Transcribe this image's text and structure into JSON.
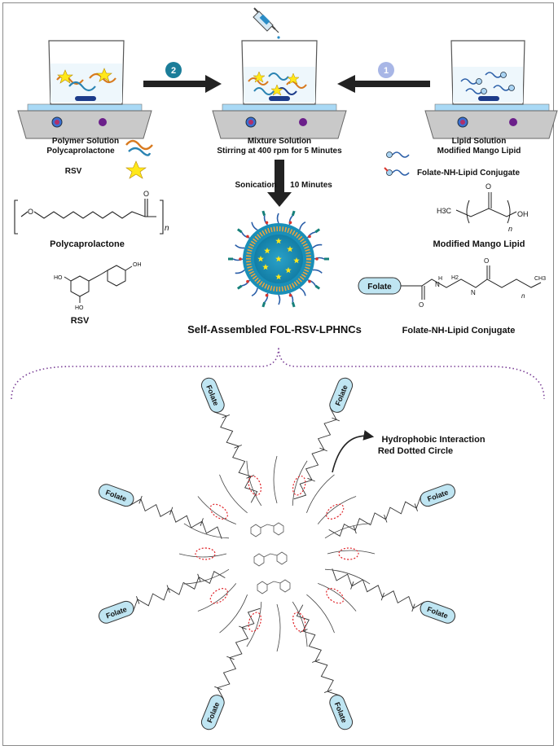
{
  "steps": {
    "one": "1",
    "two": "2"
  },
  "left": {
    "title": "Polymer Solution",
    "subtitle": "Polycaprolactone",
    "rsv_label": "RSV",
    "pcl_name": "Polycaprolactone",
    "rsv_name": "RSV",
    "n_sub": "n",
    "o_atom": "O",
    "oh_top": "OH",
    "ho_left": "HO",
    "ho_bottom": "HO"
  },
  "center": {
    "title": "Mixture Solution",
    "subtitle": "Stirring at 400 rpm for 5 Minutes",
    "sonication": "Sonication",
    "duration": "10 Minutes",
    "product": "Self-Assembled FOL-RSV-LPHNCs"
  },
  "right": {
    "title": "Lipid Solution",
    "subtitle": "Modified Mango Lipid",
    "conjugate_legend": "Folate-NH-Lipid Conjugate",
    "lipid_name": "Modified Mango Lipid",
    "conjugate_name": "Folate-NH-Lipid Conjugate",
    "h3c": "H3C",
    "oh": "OH",
    "n_sub": "n",
    "folate": "Folate",
    "nh": "H",
    "n_letter": "N",
    "h2": "H2",
    "ch3": "CH3"
  },
  "detail": {
    "annotation_line1": "Hydrophobic Interaction",
    "annotation_line2": "Red Dotted Circle",
    "folate": "Folate"
  },
  "colors": {
    "beaker_fill": "#ffffff",
    "stirrer_plate": "#c9c9c9",
    "stirrer_top": "#a9d9f5",
    "step1": "#a8b6e6",
    "step2": "#1b7d99",
    "folate_fill": "#bfe5f2",
    "dotted": "#7a3f96",
    "red_dotted": "#e0262b",
    "star": "#ffe81a"
  }
}
